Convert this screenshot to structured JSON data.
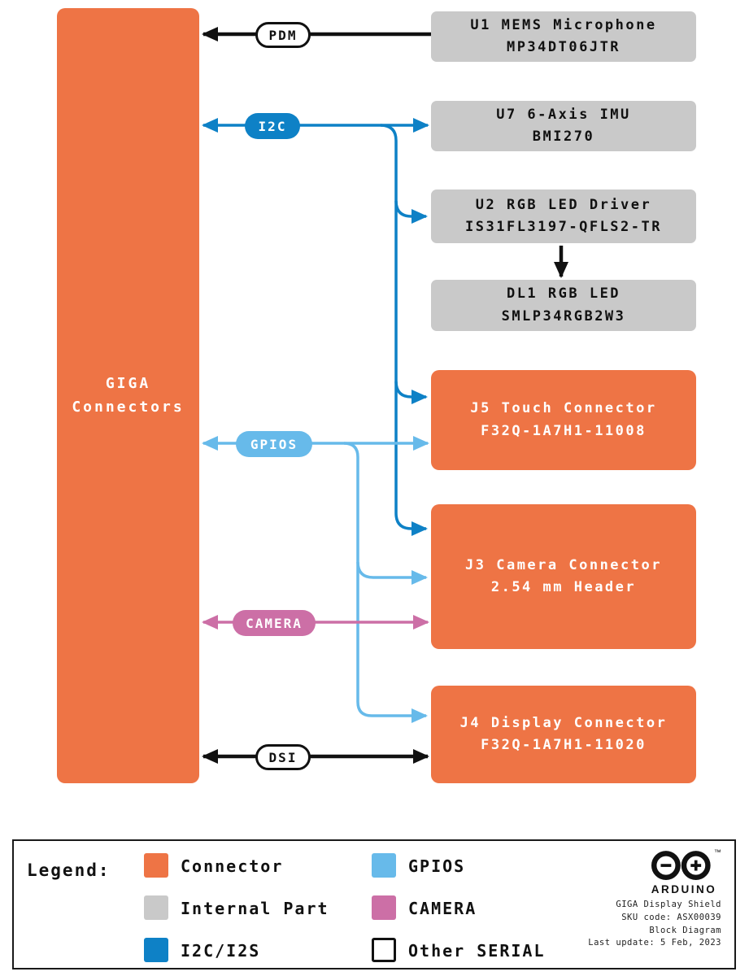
{
  "colors": {
    "connector_orange": "#EE7445",
    "internal_gray": "#C9C9C9",
    "i2c_blue": "#0E81C6",
    "gpios_blue": "#67BAEA",
    "camera_pink": "#CC6FA6",
    "line_black": "#111111"
  },
  "diagram": {
    "giga": {
      "line1": "GIGA",
      "line2": "Connectors"
    },
    "blocks": {
      "u1": {
        "line1": "U1 MEMS Microphone",
        "line2": "MP34DT06JTR"
      },
      "u7": {
        "line1": "U7 6-Axis IMU",
        "line2": "BMI270"
      },
      "u2": {
        "line1": "U2 RGB LED Driver",
        "line2": "IS31FL3197-QFLS2-TR"
      },
      "dl1": {
        "line1": "DL1 RGB LED",
        "line2": "SMLP34RGB2W3"
      },
      "j5": {
        "line1": "J5 Touch Connector",
        "line2": "F32Q-1A7H1-11008"
      },
      "j3": {
        "line1": "J3 Camera Connector",
        "line2": "2.54 mm Header"
      },
      "j4": {
        "line1": "J4 Display Connector",
        "line2": "F32Q-1A7H1-11020"
      }
    },
    "buses": {
      "pdm": "PDM",
      "i2c": "I2C",
      "gpios": "GPIOS",
      "camera": "CAMERA",
      "dsi": "DSI"
    }
  },
  "legend": {
    "title": "Legend:",
    "items": [
      {
        "label": "Connector",
        "color": "#EE7445"
      },
      {
        "label": "Internal Part",
        "color": "#C9C9C9"
      },
      {
        "label": "I2C/I2S",
        "color": "#0E81C6"
      },
      {
        "label": "GPIOS",
        "color": "#67BAEA"
      },
      {
        "label": "CAMERA",
        "color": "#CC6FA6"
      },
      {
        "label": "Other SERIAL",
        "color": "#FFFFFF"
      }
    ],
    "brand": {
      "name": "ARDUINO",
      "info": [
        "GIGA Display Shield",
        "SKU code: ASX00039",
        "Block Diagram",
        "Last update: 5 Feb, 2023"
      ]
    }
  }
}
